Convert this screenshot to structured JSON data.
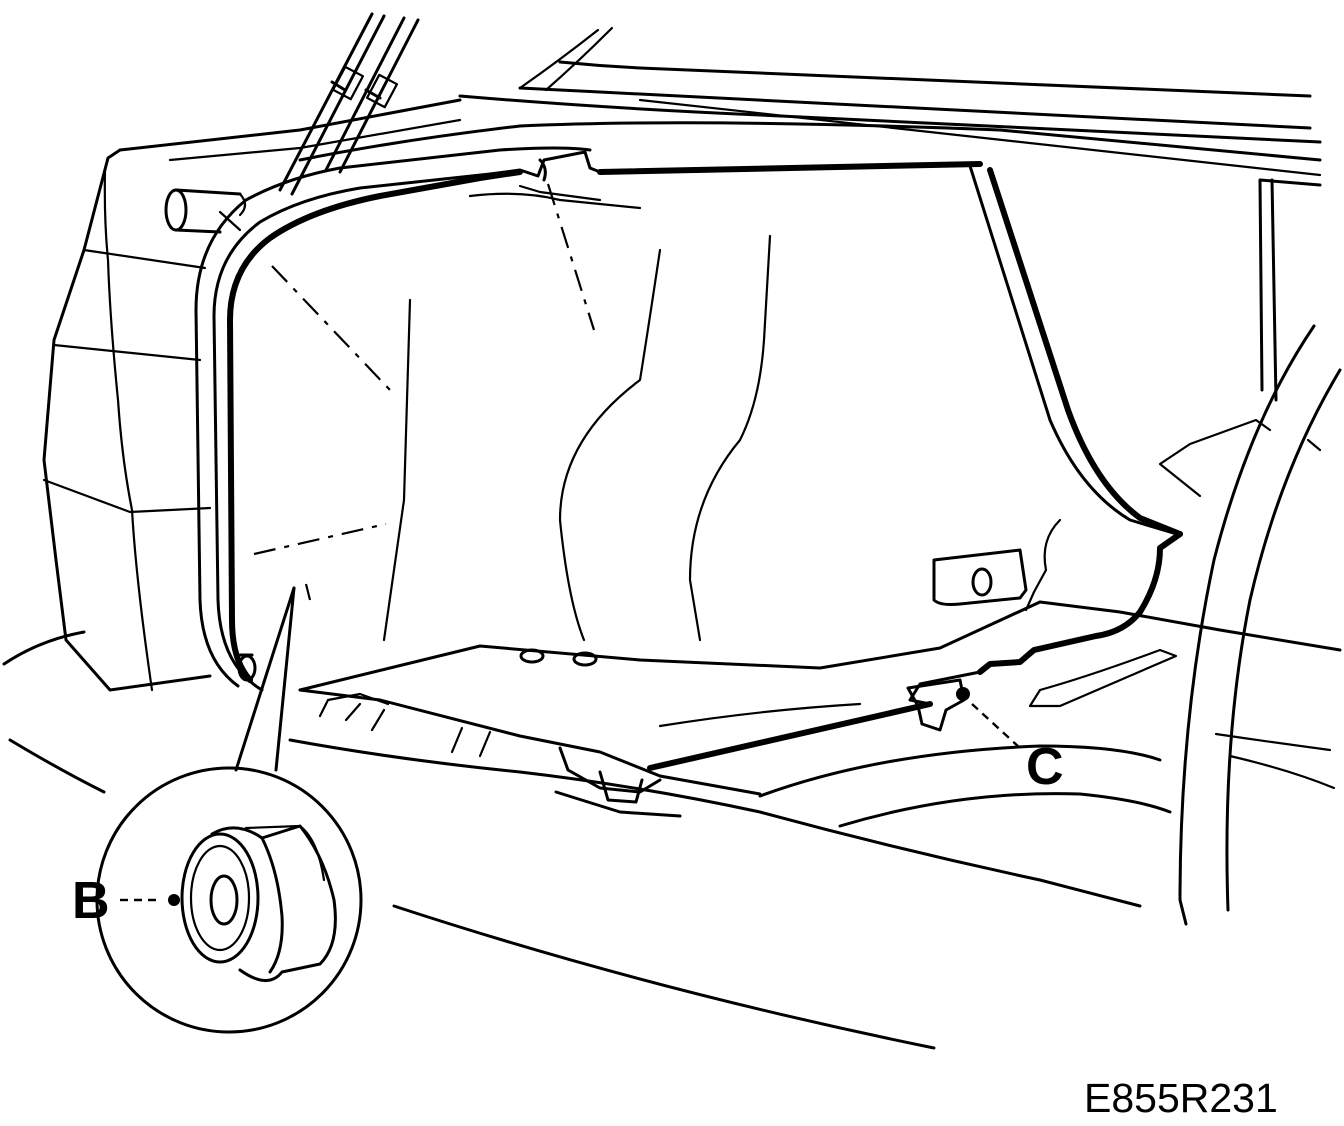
{
  "callouts": {
    "b_label": "B",
    "c_label": "C"
  },
  "figure_code": "E855R231"
}
